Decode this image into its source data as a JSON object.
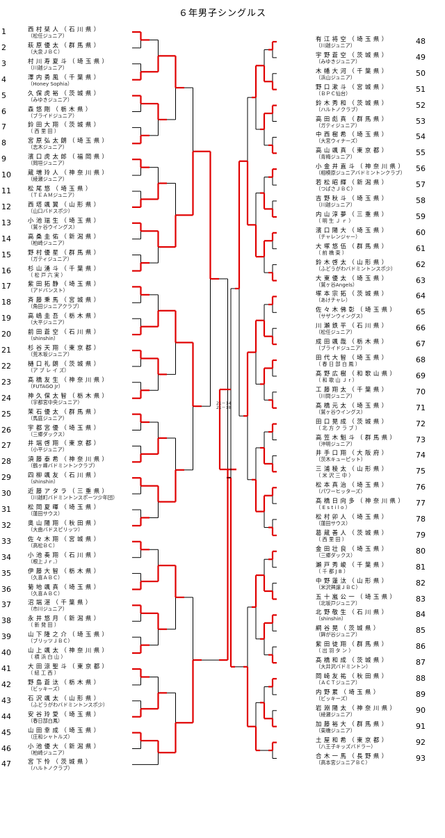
{
  "title": "６年男子シングルス",
  "final_score": [
    "21－14",
    "21－18"
  ],
  "colors": {
    "winner_line": "#e00000",
    "line": "#000000"
  },
  "left_players": [
    {
      "num": "1",
      "name": "西 村 栞 人 （ 石 川 県 ）",
      "club": "（松任ジュニア）"
    },
    {
      "num": "2",
      "name": "萩 原 優 太 （ 群 馬 県 ）",
      "club": "（大泉ＪＢＣ）"
    },
    {
      "num": "3",
      "name": "村 川 寿 夏 斗 （ 埼 玉 県 ）",
      "club": "（川越ジュニア）"
    },
    {
      "num": "4",
      "name": "澤 内 勇 風 （ 千 葉 県 ）",
      "club": "（Honey Sophia）"
    },
    {
      "num": "5",
      "name": "久 保 虎 裕 （ 茨 城 県 ）",
      "club": "（みゆきジュニア）"
    },
    {
      "num": "6",
      "name": "森 悠 剛 （ 栃 木 県 ）",
      "club": "（ブライドジュニア）"
    },
    {
      "num": "7",
      "name": "鈴 田 大 翔 （ 茨 城 県 ）",
      "club": "（ 西 里 田 ）"
    },
    {
      "num": "8",
      "name": "宮 原 弘 太 朗 （ 埼 玉 県 ）",
      "club": "（志木ジュニア）"
    },
    {
      "num": "9",
      "name": "濱 口 虎 太 郎 （ 福 岡 県 ）",
      "club": "（岡垣ジュニア）"
    },
    {
      "num": "10",
      "name": "蔵 増 玲 人 （ 神 奈 川 県 ）",
      "club": "（綾瀬ジュニア）"
    },
    {
      "num": "11",
      "name": "松 尾 悠 （ 埼 玉 県 ）",
      "club": "（ＴＥＡＭジュニア）"
    },
    {
      "num": "12",
      "name": "西 塔 颯 翼 （ 山 形 県 ）",
      "club": "（山口バドスポ少）"
    },
    {
      "num": "13",
      "name": "小 池 瑞 生 （ 埼 玉 県 ）",
      "club": "（鷲ヶ谷ウイングス）"
    },
    {
      "num": "14",
      "name": "高 桑 圭 佑 （ 新 潟 県 ）",
      "club": "（柏崎ジュニア）"
    },
    {
      "num": "15",
      "name": "野 村 優 星 （ 群 馬 県 ）",
      "club": "（ガティジュニア）"
    },
    {
      "num": "16",
      "name": "杉 山 湧 斗 （ 千 葉 県 ）",
      "club": "（ 松 戸 六 実 ）"
    },
    {
      "num": "17",
      "name": "紫 田 拓 静 （ 埼 玉 県 ）",
      "club": "（アドバンスト）"
    },
    {
      "num": "18",
      "name": "斉 藤 秉 馬 （ 宮 城 県 ）",
      "club": "（角田ジュニアクラブ）"
    },
    {
      "num": "19",
      "name": "高 嶋 圭 吾 （ 栃 木 県 ）",
      "club": "（大平ジュニア）"
    },
    {
      "num": "20",
      "name": "前 田 蒼 空 （ 石 川 県 ）",
      "club": "（shinshin）"
    },
    {
      "num": "21",
      "name": "杉 谷 天 翔 （ 東 京 都 ）",
      "club": "（荒木坂ジュニア）"
    },
    {
      "num": "22",
      "name": "樋 口 礼 朗 （ 茨 城 県 ）",
      "club": "（ア ブ レ イ ズ）"
    },
    {
      "num": "23",
      "name": "髙 橋 友 生 （ 神 奈 川 県 ）",
      "club": "（FUTAGO Jr）"
    },
    {
      "num": "24",
      "name": "神 久 保 太 智 （ 栃 木 県 ）",
      "club": "（宇都宮中央ジュニア）"
    },
    {
      "num": "25",
      "name": "茉 石 優 太 （ 群 馬 県 ）",
      "club": "（馬庭ジュニア）"
    },
    {
      "num": "26",
      "name": "宇 都 宮 優 （ 埼 玉 県 ）",
      "club": "（三郷ダックス）"
    },
    {
      "num": "27",
      "name": "井 端 啓 翔 （ 東 京 都 ）",
      "club": "（小平ジュニア）"
    },
    {
      "num": "28",
      "name": "須 藤 泰 希 （ 神 奈 川 県 ）",
      "club": "（鶴ヶ峰バドミントンクラブ）"
    },
    {
      "num": "29",
      "name": "四 柳 颯 友 （ 石 川 県 ）",
      "club": "（shinshin）"
    },
    {
      "num": "30",
      "name": "近 藤 ア タ ラ （ 三 重 県 ）",
      "club": "（川越町バドミントンスポーツ少年団）"
    },
    {
      "num": "31",
      "name": "松 岡 夏 暉 （ 埼 玉 県 ）",
      "club": "（蓮田サウス）"
    },
    {
      "num": "32",
      "name": "奥 山 陽 翔 （ 秋 田 県 ）",
      "club": "（大曲バドスピリッツ）"
    },
    {
      "num": "33",
      "name": "佐 々 木 翔 （ 宮 城 県 ）",
      "club": "（高松ＢＣ）"
    },
    {
      "num": "34",
      "name": "小 池 奏 翔 （ 石 川 県 ）",
      "club": "（根上Ｊｒ．）"
    },
    {
      "num": "35",
      "name": "伊 藤 大 智 （ 栃 木 県 ）",
      "club": "（久喜ＡＢＣ）"
    },
    {
      "num": "36",
      "name": "菊 地 颯 真 （ 埼 玉 県 ）",
      "club": "（久喜ＡＢＣ）"
    },
    {
      "num": "37",
      "name": "沼 端 湛 （ 千 葉 県 ）",
      "club": "（市川ジュニア）"
    },
    {
      "num": "38",
      "name": "永 井 悠 月 （ 新 潟 県 ）",
      "club": "（ 新 発 田 ）"
    },
    {
      "num": "39",
      "name": "山 下 隆 之 介 （ 埼 玉 県 ）",
      "club": "（ブリッツＪＢＣ）"
    },
    {
      "num": "40",
      "name": "山 上 颯 太 （ 神 奈 川 県 ）",
      "club": "（ 横 浜 白 山 ）"
    },
    {
      "num": "41",
      "name": "大 田 涼 聖 斗 （ 東 京 都 ）",
      "club": "（ 紐 工 西 ）"
    },
    {
      "num": "42",
      "name": "野 島 蒼 汰 （ 栃 木 県 ）",
      "club": "（ビッキーズ）"
    },
    {
      "num": "43",
      "name": "石 沢 颯 太 （ 山 形 県 ）",
      "club": "（ふどうがわバドミントンスポ少）"
    },
    {
      "num": "44",
      "name": "安 谷 玲 愛 （ 埼 玉 県 ）",
      "club": "（春日部白鳳）"
    },
    {
      "num": "45",
      "name": "山 田 幸 成 （ 埼 玉 県 ）",
      "club": "（庄和シャトルズ）"
    },
    {
      "num": "46",
      "name": "小 池 優 大 （ 新 潟 県 ）",
      "club": "（柏崎ジュニア）"
    },
    {
      "num": "47",
      "name": "宮 下 怜 （ 茨 城 県 ）",
      "club": "（ハルトノクラブ）"
    }
  ],
  "right_players": [
    {
      "num": "48",
      "name": "有 江 将 空 （ 埼 玉 県 ）",
      "club": "（川越ジュニア）"
    },
    {
      "num": "49",
      "name": "宇 野 蒼 空 （ 茨 城 県 ）",
      "club": "（みゆきジュニア）"
    },
    {
      "num": "50",
      "name": "木 幡 大 河 （ 千 葉 県 ）",
      "club": "（浜山ジュニア）"
    },
    {
      "num": "51",
      "name": "野 口 漱 斗 （ 宮 城 県 ）",
      "club": "（ＢＰＣ仙台）"
    },
    {
      "num": "52",
      "name": "鈴 木 秀 和 （ 茨 城 県 ）",
      "club": "（ハルトノクラブ）"
    },
    {
      "num": "53",
      "name": "高 田 彪 真 （ 群 馬 県 ）",
      "club": "（ガティジュニア）"
    },
    {
      "num": "54",
      "name": "中 西 樹 希 （ 埼 玉 県 ）",
      "club": "（大宮ウィナーズ）"
    },
    {
      "num": "55",
      "name": "高 山 颯 真 （ 東 京 都 ）",
      "club": "（青梅ジュニア）"
    },
    {
      "num": "56",
      "name": "小 金 井 直 斗 （ 神 奈 川 県 ）",
      "club": "（相模原ジュニアバドミントンクラブ）"
    },
    {
      "num": "57",
      "name": "若 松 昭 輝 （ 新 潟 県 ）",
      "club": "（つばさＪＢＣ）"
    },
    {
      "num": "58",
      "name": "吉 野 秋 斗 （ 埼 玉 県 ）",
      "club": "（川越ジュニア）"
    },
    {
      "num": "59",
      "name": "内 山 淳 夢 （ 三 重 県 ）",
      "club": "（ 明 生 Ｊ ｒ ）"
    },
    {
      "num": "60",
      "name": "濱 口 陽 大 （ 埼 玉 県 ）",
      "club": "（チャレンジャー）"
    },
    {
      "num": "61",
      "name": "大 塚 悠 伍 （ 群 馬 県 ）",
      "club": "（ 前 橋 東 ）"
    },
    {
      "num": "62",
      "name": "鈴 木 啓 太 （ 山 形 県 ）",
      "club": "（ふどうがわバドミントンスポ少）"
    },
    {
      "num": "63",
      "name": "大 東 優 太 （ 埼 玉 県 ）",
      "club": "（鷲ヶ谷Angels）"
    },
    {
      "num": "64",
      "name": "塚 本 宗 拓 （ 茨 城 県 ）",
      "club": "（あけチャレ）"
    },
    {
      "num": "65",
      "name": "佐 々 木 佛 彰 （ 埼 玉 県 ）",
      "club": "（サザンウィングス）"
    },
    {
      "num": "66",
      "name": "川 瀬 鉄 平 （ 石 川 県 ）",
      "club": "（松任ジュニア）"
    },
    {
      "num": "67",
      "name": "成 田 颯 哉 （ 栃 木 県 ）",
      "club": "（ブライドジュニア）"
    },
    {
      "num": "68",
      "name": "田 代 大 智 （ 埼 玉 県 ）",
      "club": "（ 春 日 部 白 鳳 ）"
    },
    {
      "num": "69",
      "name": "髙 野 広 樹 （ 和 歌 山 県 ）",
      "club": "（ 和 歌 山 Ｊ r ）"
    },
    {
      "num": "70",
      "name": "工 藤 翔 太 （ 千 葉 県 ）",
      "club": "（川間ジュニア）"
    },
    {
      "num": "71",
      "name": "髙 橋 元 太 （ 埼 玉 県 ）",
      "club": "（鷲ヶ谷ウイングス）"
    },
    {
      "num": "72",
      "name": "田 口 晃 成 （ 茨 城 県 ）",
      "club": "（ 北 方 ク ラ ブ ）"
    },
    {
      "num": "73",
      "name": "高 笠 木 魁 斗 （ 群 馬 県 ）",
      "club": "（沖明ジュニア）"
    },
    {
      "num": "74",
      "name": "井 手 口 翔 （ 大 阪 府 ）",
      "club": "（茨木キューピット）"
    },
    {
      "num": "75",
      "name": "三 浦 稜 太 （ 山 形 県 ）",
      "club": "（ 米 沢 三 中 ）"
    },
    {
      "num": "76",
      "name": "松 本 真 治 （ 埼 玉 県 ）",
      "club": "（パワーヒッターズ）"
    },
    {
      "num": "77",
      "name": "髙 橋 日 向 多 （ 神 奈 川 県 ）",
      "club": "（ E s t i l o ）"
    },
    {
      "num": "78",
      "name": "松 村 卯 人 （ 埼 玉 県 ）",
      "club": "（蓮田サウス）"
    },
    {
      "num": "79",
      "name": "葛 蔵 善 人 （ 茨 城 県 ）",
      "club": "（ 西 里 田 ）"
    },
    {
      "num": "80",
      "name": "金 田 壮 良 （ 埼 玉 県 ）",
      "club": "（三郷ダックス）"
    },
    {
      "num": "81",
      "name": "瀬 戸 秀 峻 （ 千 葉 県 ）",
      "club": "（ 千 都 J B ）"
    },
    {
      "num": "82",
      "name": "中 野 蓮 汰 （ 山 形 県 ）",
      "club": "（米沢興譲ＪＢＣ）"
    },
    {
      "num": "83",
      "name": "五 十 嵐 公 一 （ 埼 玉 県 ）",
      "club": "（北坂戸ジュニア）"
    },
    {
      "num": "84",
      "name": "北 野 敬 生 （ 石 川 県 ）",
      "club": "（shinshin）"
    },
    {
      "num": "85",
      "name": "綱 谷 晃 （ 茨 城 県 ）",
      "club": "（鉾が谷ジュニア）"
    },
    {
      "num": "86",
      "name": "紫 田 徒 翔 （ 群 馬 県 ）",
      "club": "（ 出 羽 タ ン ）"
    },
    {
      "num": "87",
      "name": "髙 橋 和 成 （ 茨 城 県 ）",
      "club": "（大井沢バドミントン）"
    },
    {
      "num": "88",
      "name": "岡 崎 友 祐 （ 秋 田 県 ）",
      "club": "（ＡＣＴジュニア）"
    },
    {
      "num": "89",
      "name": "内 野 累 （ 埼 玉 県 ）",
      "club": "（ビッキーズ）"
    },
    {
      "num": "90",
      "name": "岩 淵 陽 太 （ 神 奈 川 県 ）",
      "club": "（綾瀬ジュニア）"
    },
    {
      "num": "91",
      "name": "加 藤 裕 大 （ 群 馬 県 ）",
      "club": "（東橋ジュニア）"
    },
    {
      "num": "92",
      "name": "土 屋 和 希 （ 東 京 都 ）",
      "club": "（八王子キッズバドラー）"
    },
    {
      "num": "93",
      "name": "合 木 一 馬 （ 長 野 県 ）",
      "club": "（高本宮ジュニアＢＣ）"
    }
  ]
}
